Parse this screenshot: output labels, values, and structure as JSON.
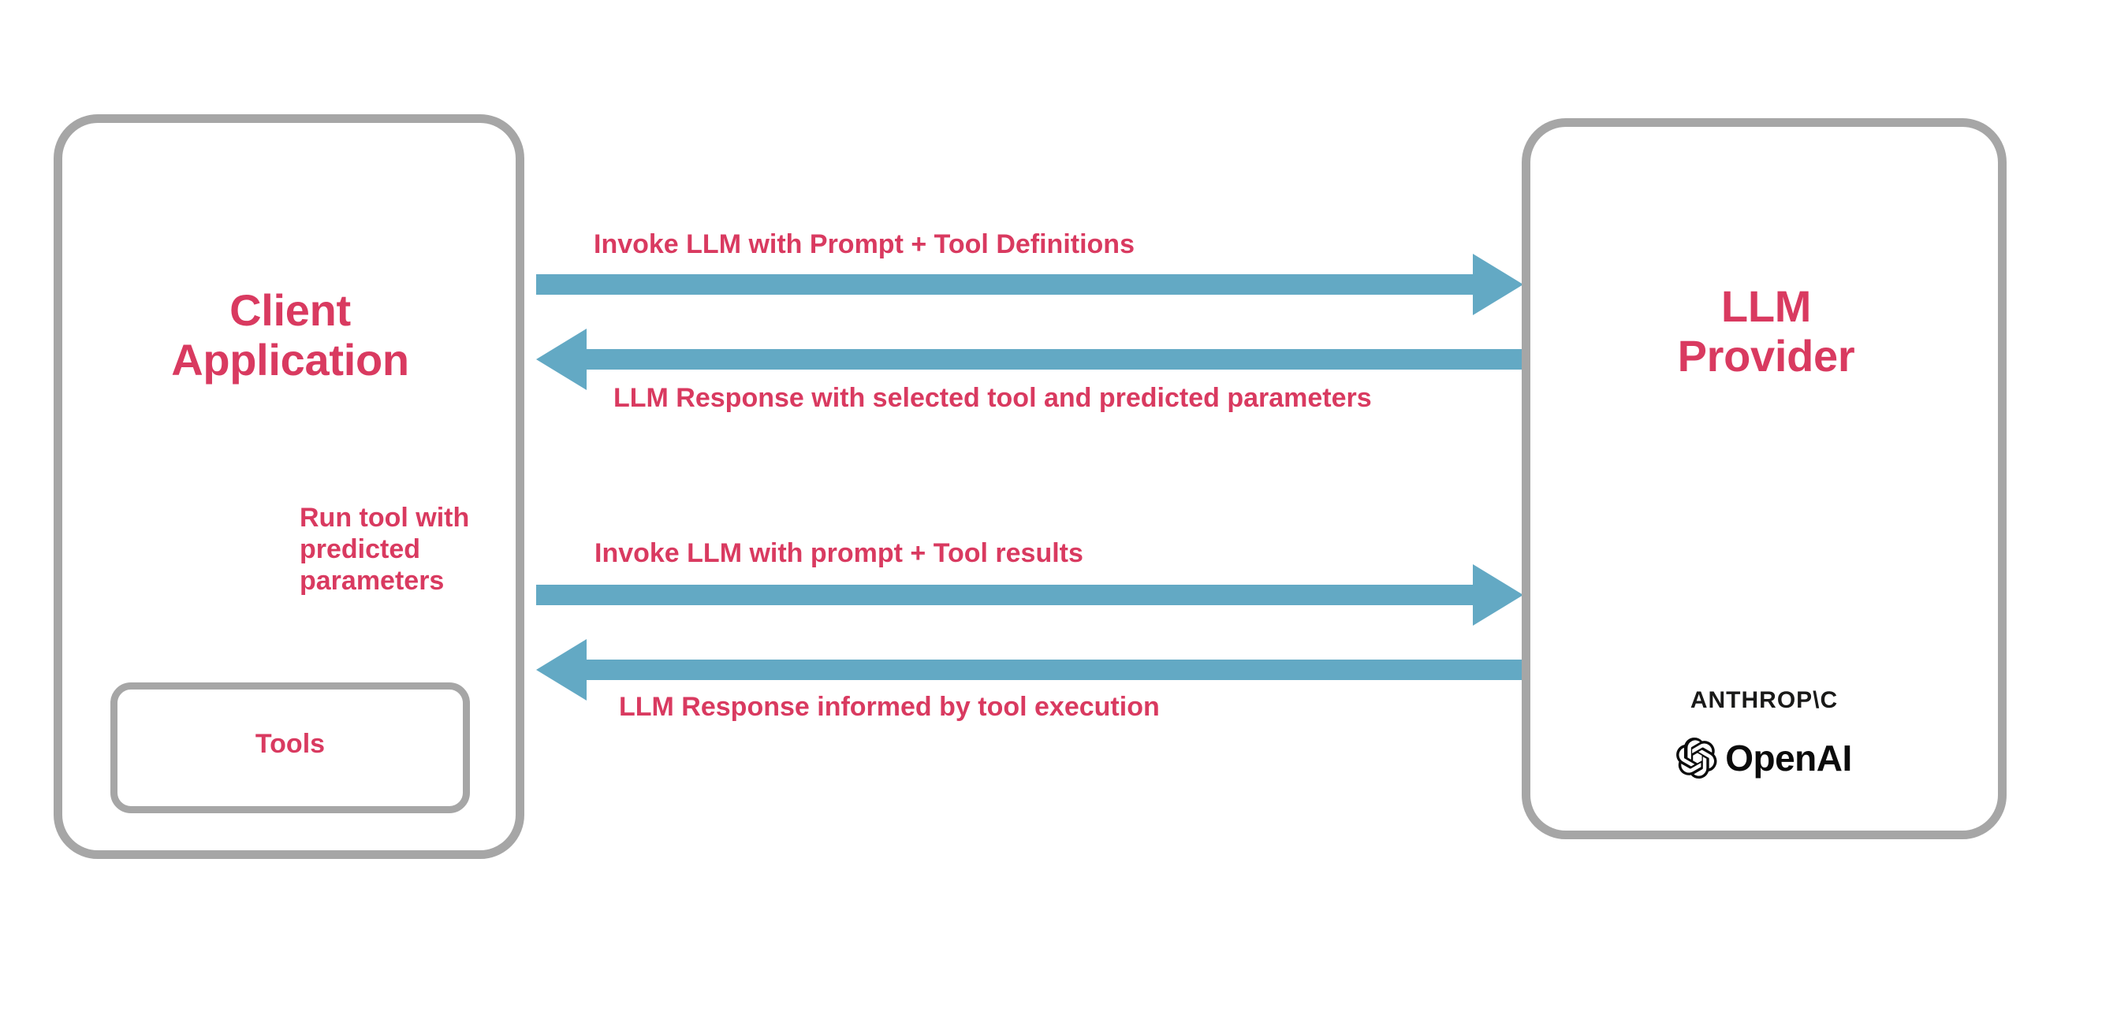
{
  "diagram": {
    "title": "LLM tool-calling sequence between Client Application and LLM Provider",
    "colors": {
      "accent_pink": "#d93a60",
      "arrow_blue": "#63a9c4",
      "box_border_gray": "#a6a6a6",
      "logo_black": "#121212",
      "background": "#ffffff"
    },
    "nodes": {
      "client": {
        "title_line1": "Client",
        "title_line2": "Application",
        "tools": {
          "label": "Tools"
        }
      },
      "provider": {
        "title_line1": "LLM",
        "title_line2": "Provider",
        "brands": [
          {
            "name": "anthropic-logo",
            "text": "ANTHROP\\C"
          },
          {
            "name": "openai-logo",
            "text": "OpenAI"
          }
        ]
      }
    },
    "flows": [
      {
        "id": "flow-1",
        "label": "Invoke LLM with Prompt + Tool Definitions",
        "direction": "client-to-provider"
      },
      {
        "id": "flow-2",
        "label": "LLM Response with selected tool and predicted parameters",
        "direction": "provider-to-client"
      },
      {
        "id": "flow-3",
        "label": "Invoke LLM with prompt + Tool results",
        "direction": "client-to-provider"
      },
      {
        "id": "flow-4",
        "label": "LLM Response informed by tool execution",
        "direction": "provider-to-client"
      },
      {
        "id": "flow-internal",
        "label": "Run tool with predicted parameters",
        "direction": "client-to-tools"
      }
    ]
  }
}
